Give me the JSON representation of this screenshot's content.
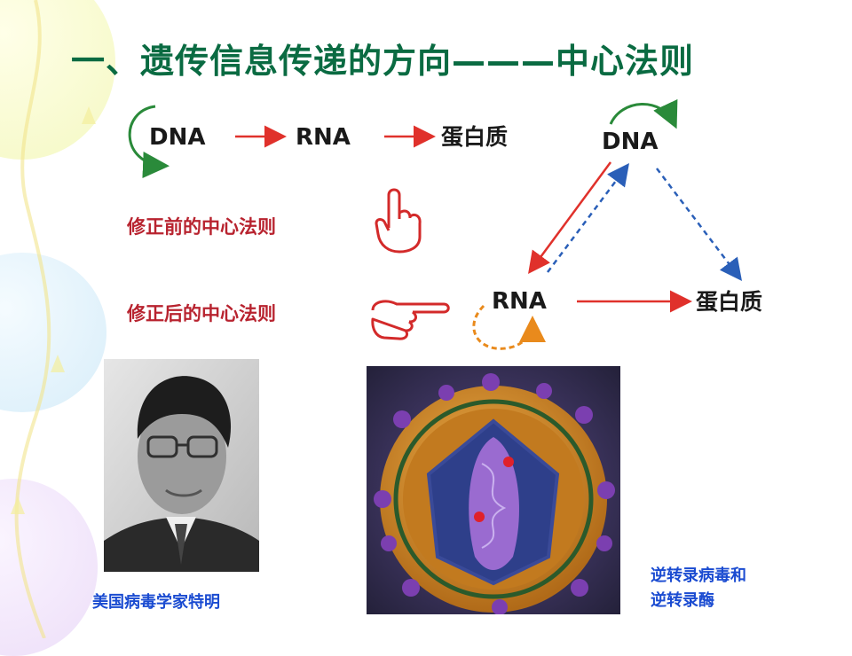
{
  "title": "一、遗传信息传递的方向———中心法则",
  "old_dogma": {
    "dna": "DNA",
    "rna": "RNA",
    "protein": "蛋白质",
    "label": "修正前的中心法则"
  },
  "new_dogma": {
    "label": "修正后的中心法则",
    "dna": "DNA",
    "rna": "RNA",
    "protein": "蛋白质"
  },
  "captions": {
    "scientist": "美国病毒学家特明",
    "virus_line1": "逆转录病毒和",
    "virus_line2": "逆转录酶"
  },
  "icons": [
    "finger-up-icon",
    "finger-point-icon"
  ],
  "colors": {
    "title": "#0a6b42",
    "arrow_red": "#e0312b",
    "arrow_blue": "#2a5fb8",
    "loop_green": "#2a8a3a",
    "loop_orange": "#e98a1c",
    "caption": "#1a4bd1"
  }
}
